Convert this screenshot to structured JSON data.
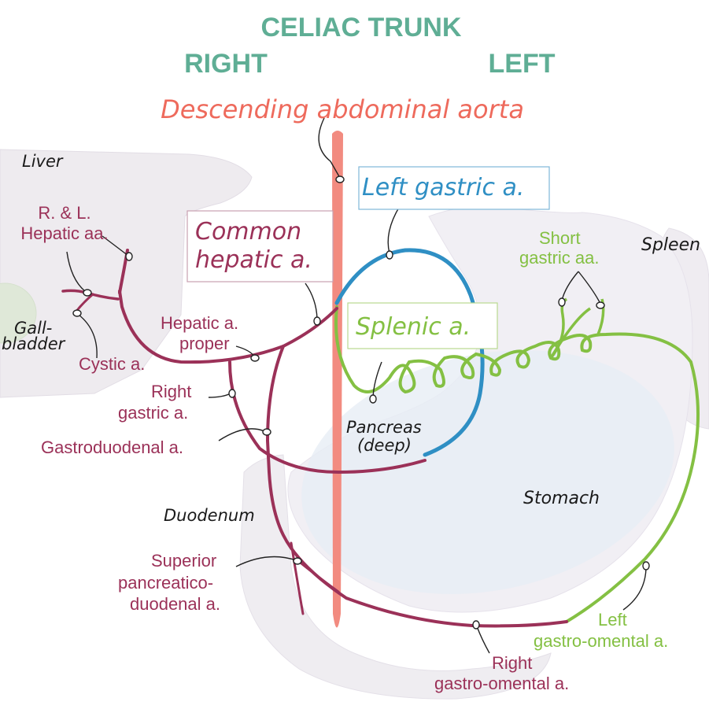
{
  "header": {
    "title": "CELIAC TRUNK",
    "right": "RIGHT",
    "left": "LEFT"
  },
  "aorta_label": "Descending abdominal aorta",
  "organs": {
    "liver": "Liver",
    "gallbladder_1": "Gall-",
    "gallbladder_2": "bladder",
    "spleen": "Spleen",
    "stomach": "Stomach",
    "duodenum": "Duodenum",
    "pancreas_1": "Pancreas",
    "pancreas_2": "(deep)"
  },
  "boxes": {
    "left_gastric": "Left gastric a.",
    "common_hepatic_1": "Common",
    "common_hepatic_2": "hepatic a.",
    "splenic": "Splenic a."
  },
  "labels": {
    "rl_hepatic_1": "R. & L.",
    "rl_hepatic_2": "Hepatic aa.",
    "hepatic_proper_1": "Hepatic a.",
    "hepatic_proper_2": "proper",
    "cystic": "Cystic a.",
    "right_gastric_1": "Right",
    "right_gastric_2": "gastric a.",
    "gastroduodenal": "Gastroduodenal a.",
    "sup_panc_1": "Superior",
    "sup_panc_2": "pancreatico-",
    "sup_panc_3": "duodenal a.",
    "right_go_1": "Right",
    "right_go_2": "gastro-omental a.",
    "short_gastric_1": "Short",
    "short_gastric_2": "gastric aa.",
    "left_go_1": "Left",
    "left_go_2": "gastro-omental a."
  },
  "colors": {
    "header": "#5fae95",
    "aorta": "#f08a80",
    "hepatic_branches": "#9b3158",
    "left_gastric": "#2f8fc4",
    "splenic": "#84c043",
    "organ_fill": "#ece9ee"
  }
}
